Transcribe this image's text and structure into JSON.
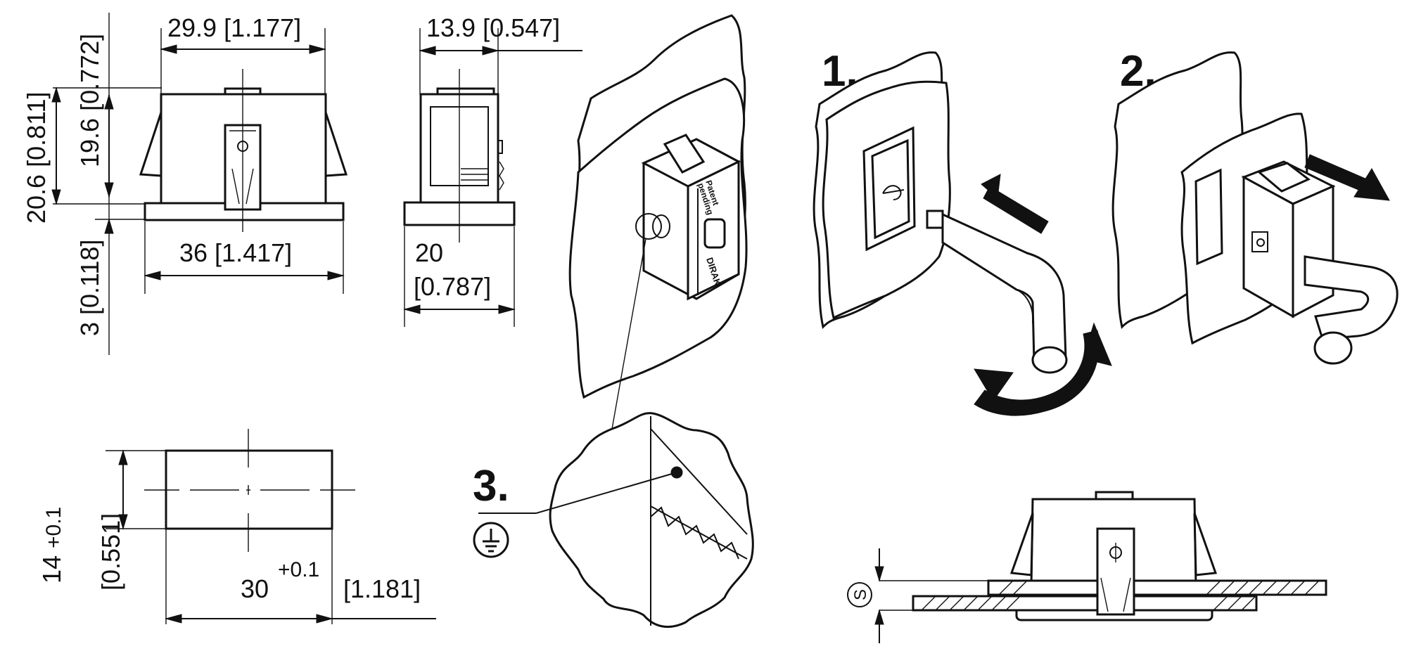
{
  "dimensions": {
    "front_width": "29.9 [1.177]",
    "side_width": "13.9 [0.547]",
    "height_outer": "20.6 [0.811]",
    "height_inner": "19.6 [0.772]",
    "base_width": "36 [1.417]",
    "flange": "3 [0.118]",
    "side_depth_mm": "20",
    "side_depth_in": "[0.787]",
    "cutout_height_mm": "14",
    "cutout_height_tol": "+0.1",
    "cutout_height_in": "[0.551]",
    "cutout_width_mm": "30",
    "cutout_width_tol": "+0.1",
    "cutout_width_in": "[1.181]"
  },
  "steps": {
    "one": "1.",
    "two": "2.",
    "three": "3."
  },
  "labels": {
    "patent_line1": "Patent",
    "patent_line2": "pending",
    "brand": "DIRAK",
    "thickness_symbol": "S"
  }
}
